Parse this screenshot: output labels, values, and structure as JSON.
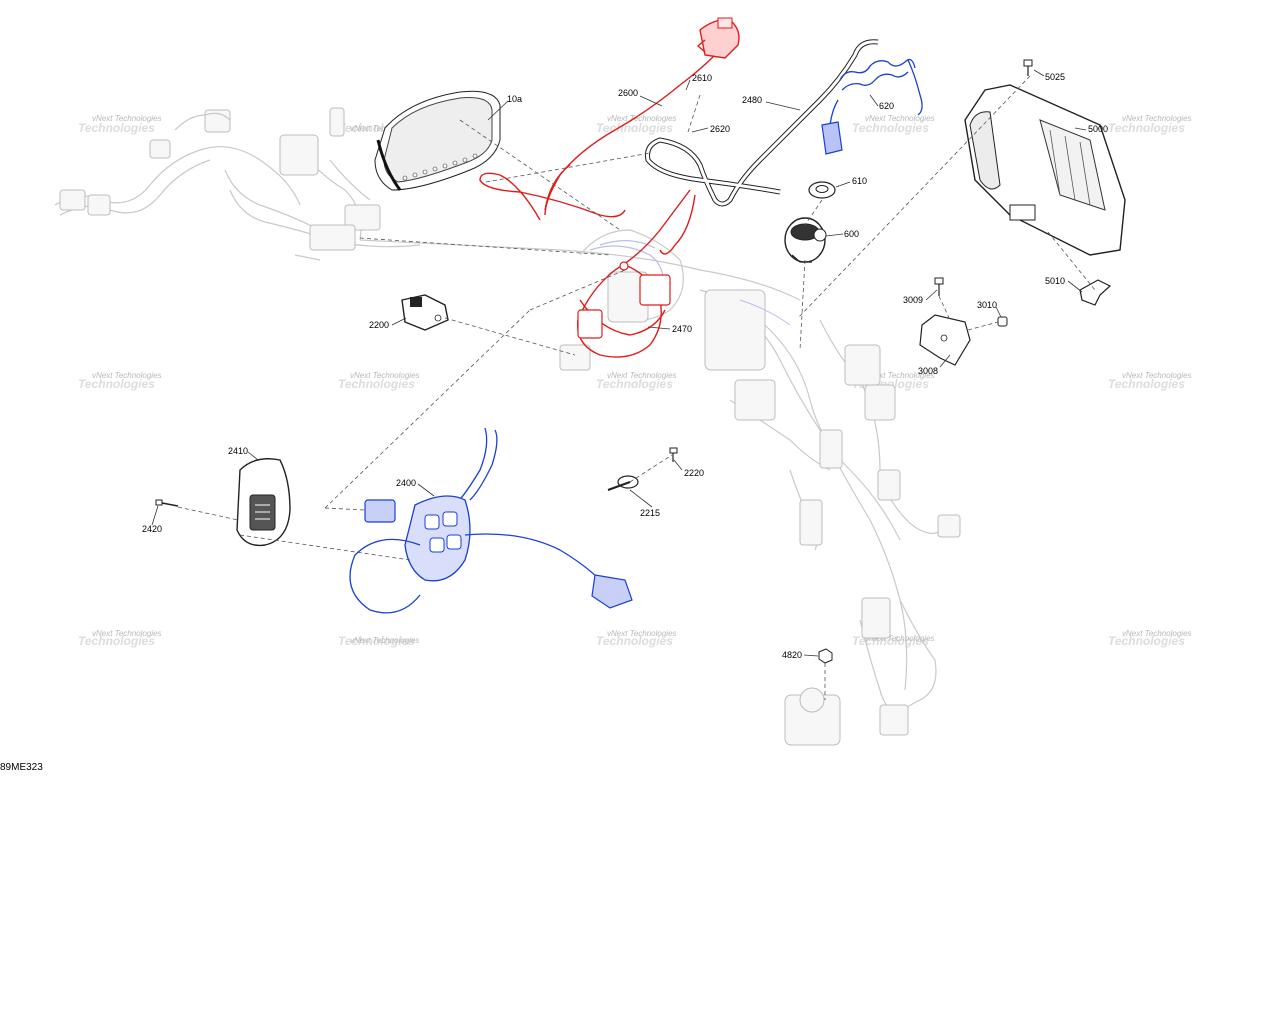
{
  "callouts": {
    "c10a": "10a",
    "c2600": "2600",
    "c2610": "2610",
    "c2620": "2620",
    "c2480": "2480",
    "c620": "620",
    "c610": "610",
    "c600": "600",
    "c5025": "5025",
    "c5000": "5000",
    "c5010": "5010",
    "c3009": "3009",
    "c3010": "3010",
    "c3008": "3008",
    "c2200": "2200",
    "c2470": "2470",
    "c2410": "2410",
    "c2400": "2400",
    "c2420": "2420",
    "c2220": "2220",
    "c2215": "2215",
    "c4820": "4820"
  },
  "watermark": {
    "line1": "vNext Technologies",
    "line2": "Technologies"
  },
  "footer_code": "89ME323",
  "colors": {
    "highlight_red": "#e11b1b",
    "highlight_blue": "#1a3fd6",
    "ghost_gray": "#c9c9c9",
    "part_black": "#222222"
  }
}
